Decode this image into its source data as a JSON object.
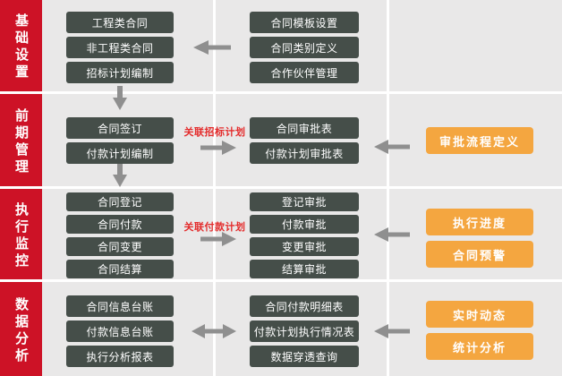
{
  "diagram": {
    "colors": {
      "background": "#e9e8e8",
      "divider": "#ffffff",
      "sidebar_red": "#cd1226",
      "process_box": "#454e49",
      "feature_box_orange": "#f4a640",
      "arrow_gray": "#8f8f8f",
      "link_label_red": "#e42b2b"
    },
    "icons": {
      "left": "arrow-left-icon",
      "right": "arrow-right-icon",
      "down": "arrow-down-icon",
      "double": "arrow-left-right-icon"
    },
    "sections": [
      {
        "side": "基础设置",
        "col1": [
          "工程类合同",
          "非工程类合同",
          "招标计划编制"
        ],
        "col2": [
          "合同模板设置",
          "合同类别定义",
          "合作伙伴管理"
        ],
        "col3": []
      },
      {
        "side": "前期管理",
        "link_label": "关联招标计划",
        "col1": [
          "合同签订",
          "付款计划编制"
        ],
        "col2": [
          "合同审批表",
          "付款计划审批表"
        ],
        "col3": [
          "审批流程定义"
        ]
      },
      {
        "side": "执行监控",
        "link_label": "关联付款计划",
        "col1": [
          "合同登记",
          "合同付款",
          "合同变更",
          "合同结算"
        ],
        "col2": [
          "登记审批",
          "付款审批",
          "变更审批",
          "结算审批"
        ],
        "col3": [
          "执行进度",
          "合同预警"
        ]
      },
      {
        "side": "数据分析",
        "col1": [
          "合同信息台账",
          "付款信息台账",
          "执行分析报表"
        ],
        "col2": [
          "合同付款明细表",
          "付款计划执行情况表",
          "数据穿透查询"
        ],
        "col3": [
          "实时动态",
          "统计分析"
        ]
      }
    ]
  }
}
